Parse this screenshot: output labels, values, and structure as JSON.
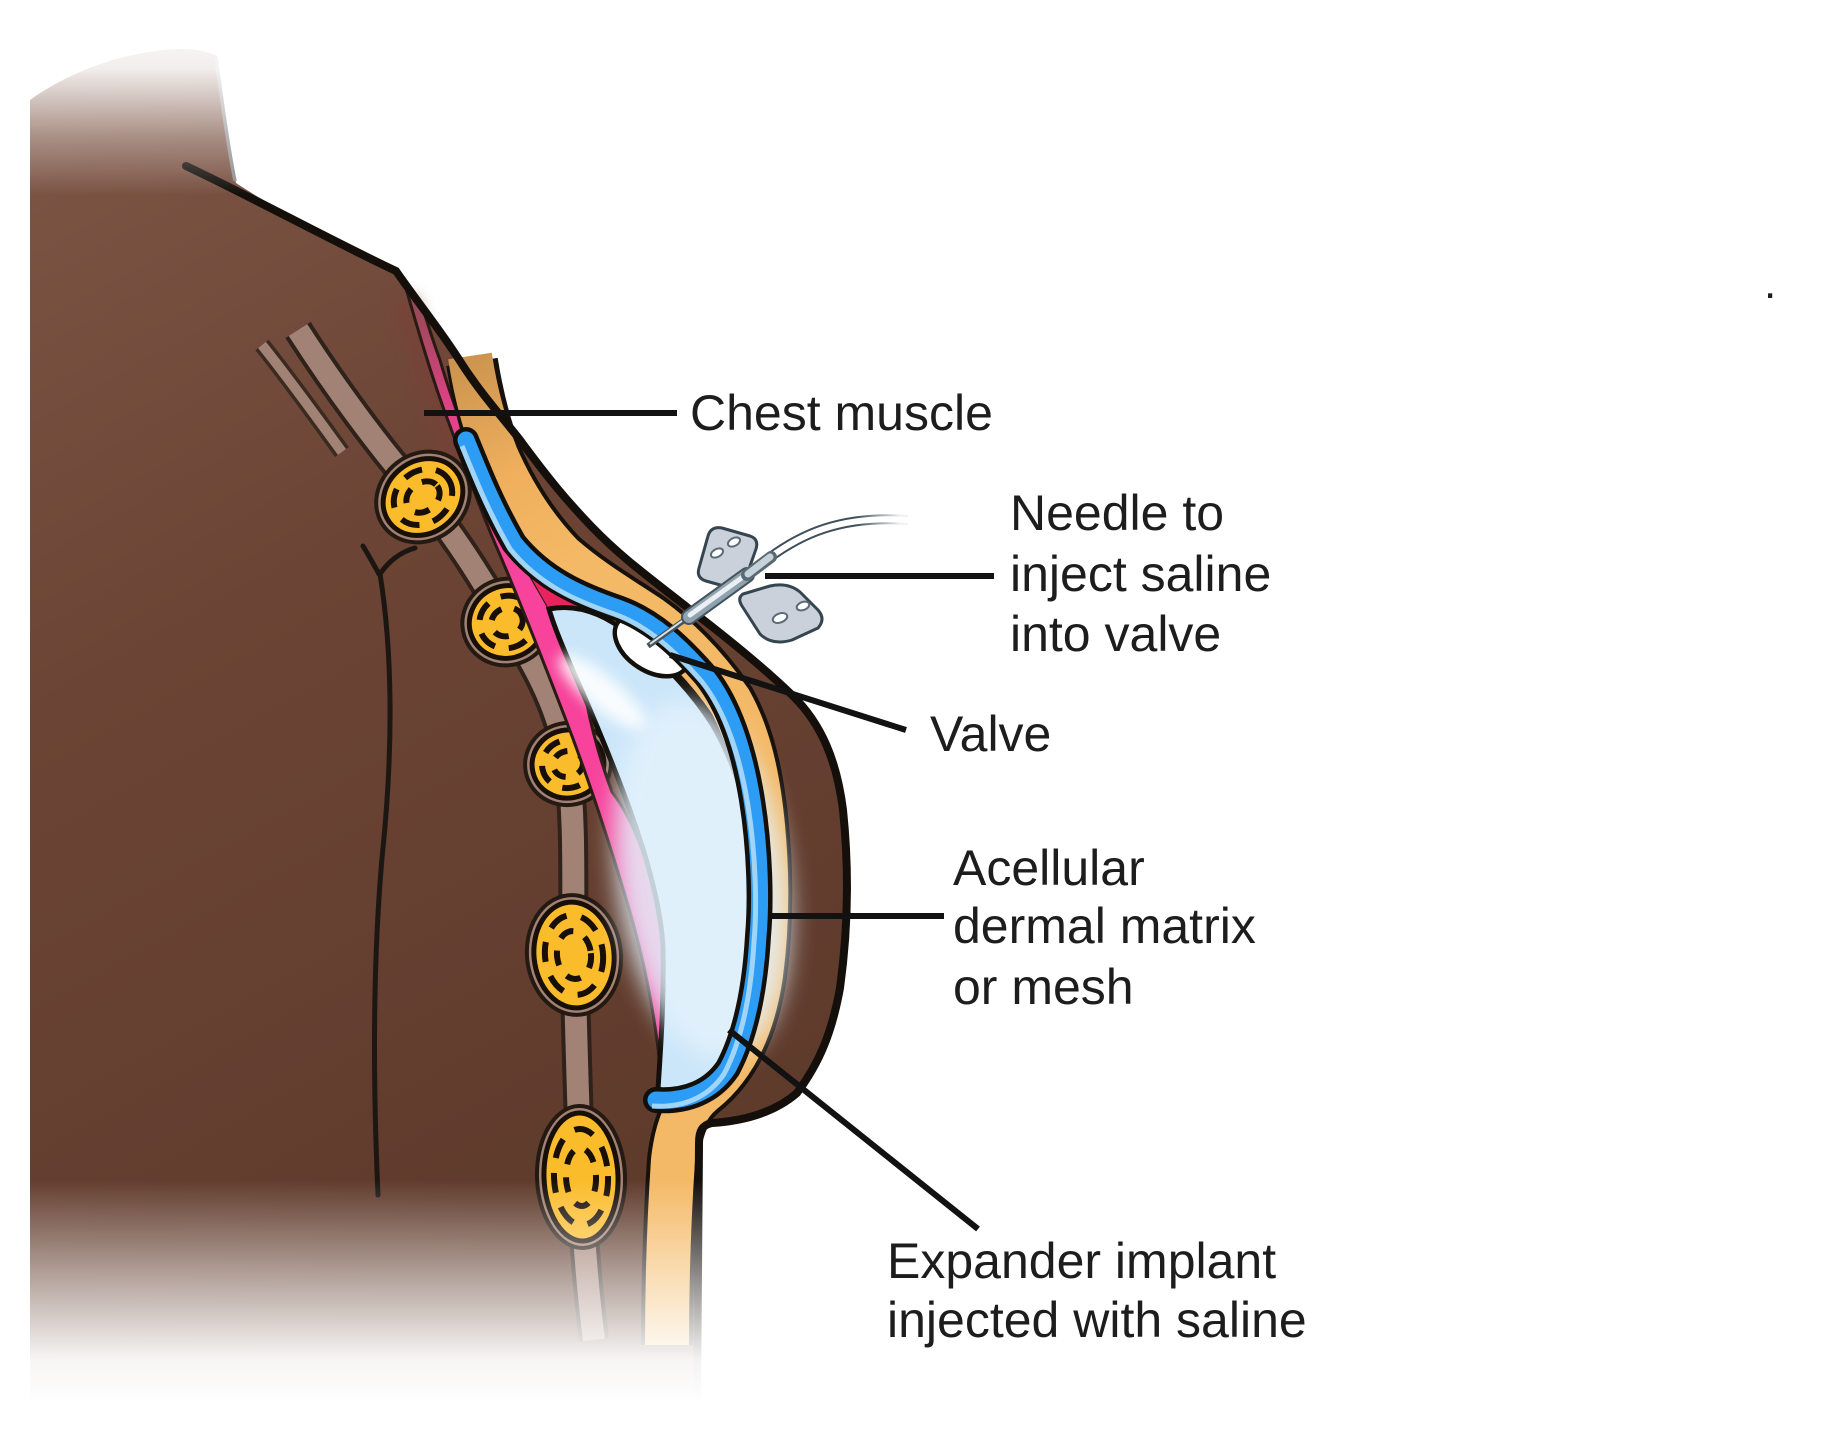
{
  "illustration": {
    "description": "Medical cross-section of chest showing a tissue expander implant beneath skin, fat and chest muscle, with a butterfly needle injecting saline into the valve",
    "labels": {
      "chest_muscle": {
        "text": "Chest muscle"
      },
      "needle": {
        "line1": "Needle to",
        "line2": "inject saline",
        "line3": "into valve"
      },
      "valve": {
        "text": "Valve"
      },
      "adm": {
        "line1": "Acellular",
        "line2": "dermal matrix",
        "line3": "or mesh"
      },
      "expander": {
        "line1": "Expander implant",
        "line2": "injected with saline"
      }
    },
    "stray_mark": {
      "text": "."
    }
  },
  "colors": {
    "skin-light": "#7E5646",
    "skin-base": "#6C4435",
    "skin-deep": "#5F3B2C",
    "fat-tan": "#F4B966",
    "fat-tan-dark": "#C9924E",
    "muscle-pink": "#F7439B",
    "muscle-maroon": "#8E4B50",
    "muscle-crimson": "#E8235D",
    "mesh-blue": "#2D9CF4",
    "mesh-highlight": "#A8D8F8",
    "implant-fill": "#CBE6F9",
    "implant-sheen": "#E4F2FC",
    "valve-white": "#FFFFFF",
    "node-yellow": "#FBBC2C",
    "chain-taupe": "#A28275",
    "ink-outline": "#140F0B",
    "ink-label": "#1D1D1D",
    "leader-ink": "#121212",
    "wing-gray": "#CBD1DB",
    "needle-metal-dark": "#44545E",
    "needle-metal-mid": "#8FA2AE",
    "needle-metal-light": "#E9EFF3",
    "neck-gray": "#8E8E8E"
  }
}
